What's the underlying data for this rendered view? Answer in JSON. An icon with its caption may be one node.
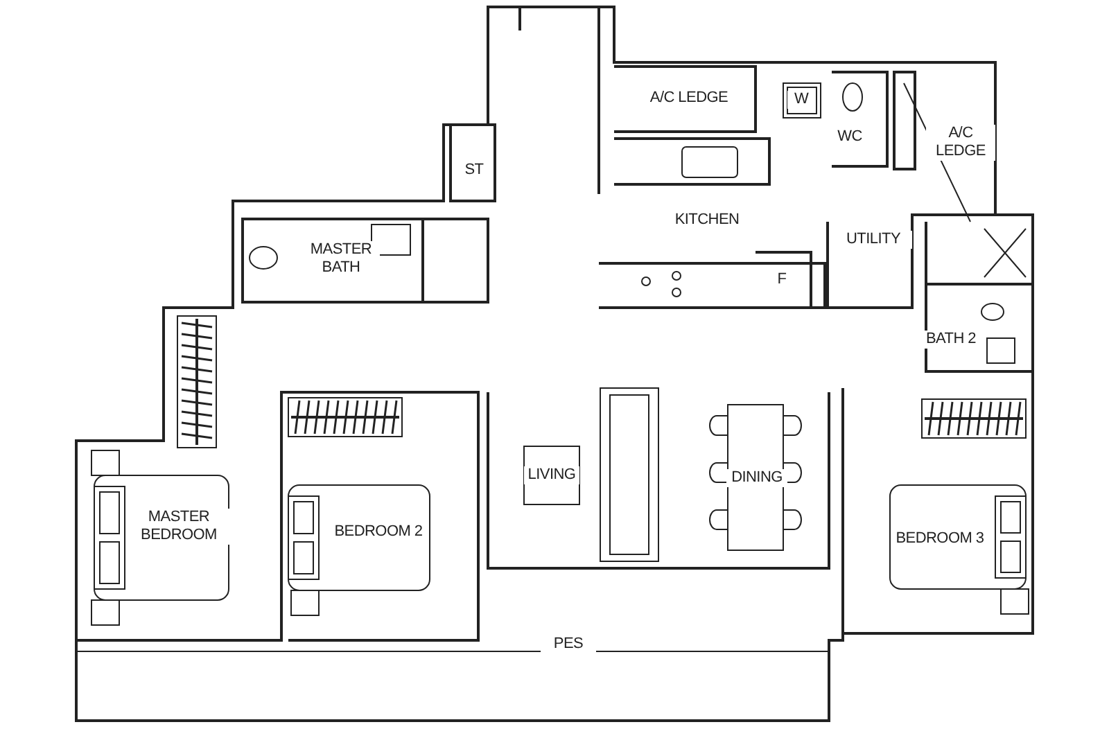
{
  "diagram": {
    "labels": [
      "A/C LEDGE",
      "W",
      "WC",
      "A/C LEDGE",
      "ST",
      "KITCHEN",
      "MASTER BATH",
      "UTILITY",
      "F",
      "BATH 2",
      "LIVING",
      "DINING",
      "MASTER BEDROOM",
      "BEDROOM 2",
      "BEDROOM 3",
      "PES"
    ]
  }
}
